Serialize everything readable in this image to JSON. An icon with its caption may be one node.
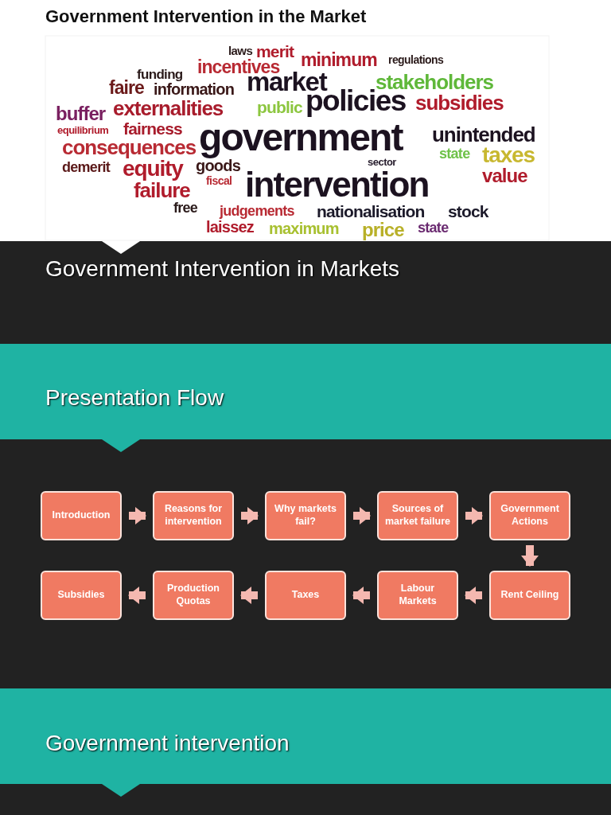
{
  "diagram": {
    "title": "Government Intervention in the Market",
    "nodes": [
      {
        "text": [
          "Introduction"
        ]
      },
      {
        "text": [
          "Reasons for intervention"
        ]
      },
      {
        "text": [
          "Why markets fail?"
        ]
      },
      {
        "text": [
          "Sources of market failure"
        ]
      },
      {
        "text": [
          "Government Actions"
        ]
      },
      {
        "text": [
          "Subsidies"
        ]
      },
      {
        "text": [
          "Production Quotas"
        ]
      },
      {
        "text": [
          "Taxes"
        ]
      },
      {
        "text": [
          "Labour Markets"
        ]
      },
      {
        "text": [
          "Rent Ceiling"
        ]
      }
    ],
    "edges": [
      {
        "from": 0,
        "to": 1,
        "arrow": "to"
      },
      {
        "from": 1,
        "to": 2,
        "arrow": "to"
      },
      {
        "from": 2,
        "to": 3,
        "arrow": "to"
      },
      {
        "from": 3,
        "to": 4,
        "arrow": "to"
      },
      {
        "from": 4,
        "to": 9,
        "arrow": "to"
      },
      {
        "from": 9,
        "to": 8,
        "arrow": "to"
      },
      {
        "from": 8,
        "to": 7,
        "arrow": "to"
      },
      {
        "from": 7,
        "to": 6,
        "arrow": "to"
      },
      {
        "from": 6,
        "to": 5,
        "arrow": "to"
      }
    ],
    "labels": [
      "laws",
      "merit",
      "minimum",
      "regulations",
      "funding",
      "incentives",
      "faire",
      "information",
      "market",
      "stakeholders",
      "buffer",
      "externalities",
      "public",
      "policies",
      "subsidies",
      "equilibrium",
      "fairness",
      "government",
      "unintended",
      "consequences",
      "sector",
      "state",
      "taxes",
      "demerit",
      "equity",
      "goods",
      "intervention",
      "value",
      "failure",
      "fiscal",
      "free",
      "judgements",
      "nationalisation",
      "stock",
      "laissez",
      "maximum",
      "price",
      "state",
      "Government Intervention in Markets",
      "Presentation Flow",
      "Government intervention"
    ]
  }
}
